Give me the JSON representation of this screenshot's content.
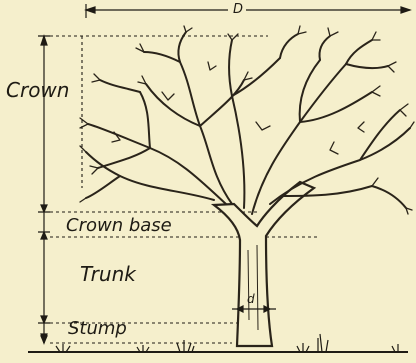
{
  "labels": {
    "crown": "Crown",
    "crown_base": "Crown base",
    "trunk": "Trunk",
    "stump": "Stump",
    "crown_diameter": "D",
    "trunk_diameter": "d"
  },
  "colors": {
    "background": "#f5efcc",
    "ink": "#1e1b14",
    "bark": "#2a241a"
  }
}
